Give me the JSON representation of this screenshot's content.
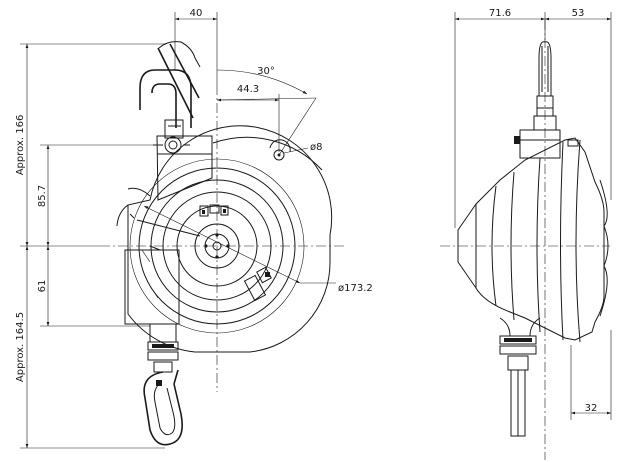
{
  "colors": {
    "line": "#1a1a1a",
    "background": "#ffffff"
  },
  "front_view": {
    "dims": {
      "hook_offset": "40",
      "angle": "30°",
      "offset": "44.3",
      "hole": "ø8",
      "upper_inner": "85.7",
      "lower_inner": "61",
      "diameter": "ø173.2",
      "total_up": "Approx. 166",
      "total_down": "Approx. 164.5"
    }
  },
  "side_view": {
    "dims": {
      "left_depth": "71.6",
      "right_depth": "53",
      "bottom_offset": "32"
    }
  }
}
